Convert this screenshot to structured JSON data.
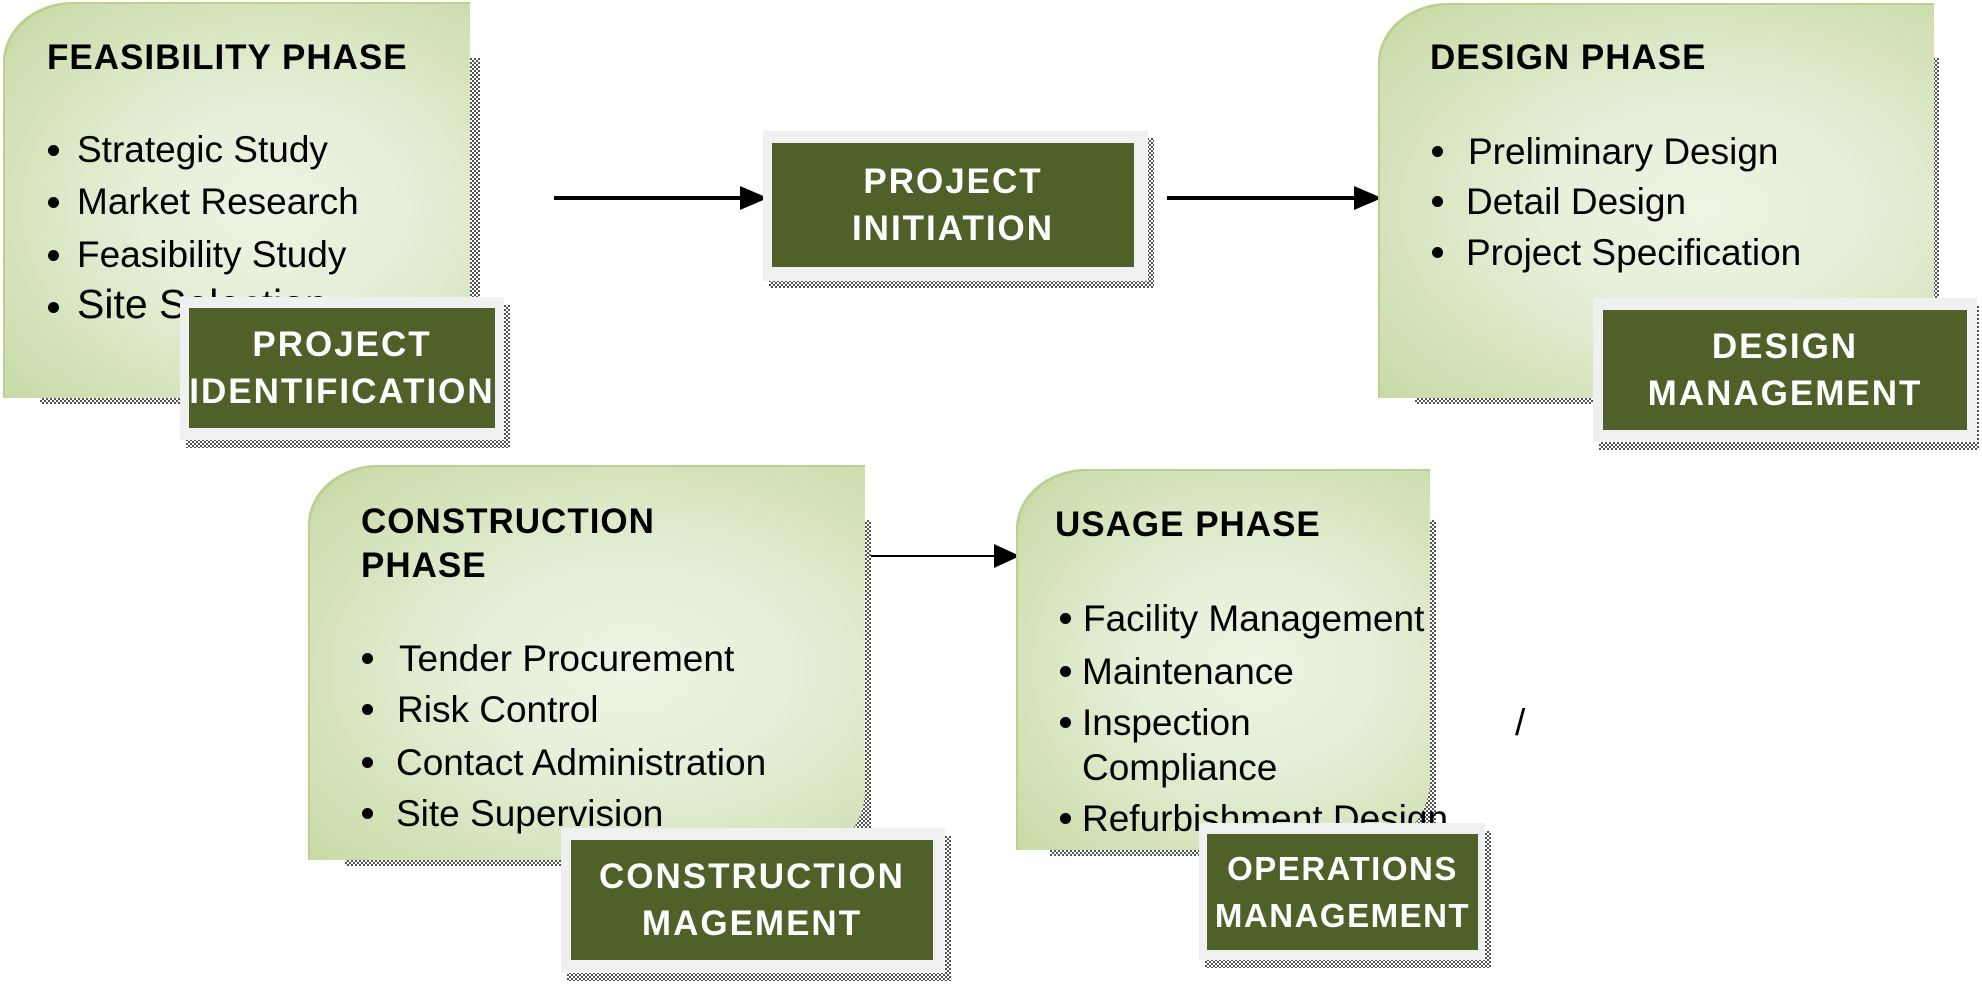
{
  "feasibility": {
    "title": "FEASIBILITY PHASE",
    "items": [
      "Strategic Study",
      "Market Research",
      "Feasibility Study",
      "Site Selection"
    ],
    "badge": [
      "PROJECT",
      "IDENTIFICATION"
    ]
  },
  "initiation": {
    "label": [
      "PROJECT",
      "INITIATION"
    ]
  },
  "design": {
    "title": "DESIGN PHASE",
    "items": [
      "Preliminary Design",
      "Detail Design",
      "Project Specification"
    ],
    "badge": [
      "DESIGN",
      "MANAGEMENT"
    ]
  },
  "construction": {
    "title": [
      "CONSTRUCTION",
      "PHASE"
    ],
    "items": [
      "Tender Procurement",
      "Risk Control",
      "Contact Administration",
      "Site Supervision"
    ],
    "badge": [
      "CONSTRUCTION",
      "MAGEMENT"
    ]
  },
  "usage": {
    "title": "USAGE PHASE",
    "items": [
      "Facility Management",
      "Maintenance",
      "Inspection",
      "/",
      "Compliance",
      "Refurbishment Design"
    ],
    "badge": [
      "OPERATIONS",
      "MANAGEMENT"
    ]
  },
  "colors": {
    "badge": "#4f6128",
    "phase_light": "#eef4e4",
    "phase_edge": "#c6d9a3"
  }
}
